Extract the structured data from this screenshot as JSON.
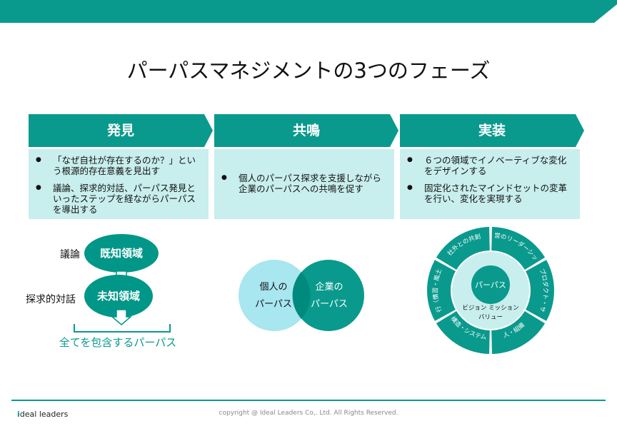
{
  "title": "パーパスマネジメントの3つのフェーズ",
  "phases": [
    {
      "label": "発見",
      "bullets": [
        "「なぜ自社が存在するのか？」という根源的存在意義を見出す",
        "議論、探求的対話、パーパス発見といったステップを経ながらパーパスを導出する"
      ]
    },
    {
      "label": "共鳴",
      "bullets": [
        "個人のパーパス探求を支援しながら企業のパーパスへの共鳴を促す"
      ]
    },
    {
      "label": "実装",
      "bullets": [
        "６つの領域でイノベーティブな変化をデザインする",
        "固定化されたマインドセットの変革を行い、変化を実現する"
      ]
    }
  ],
  "discovery": {
    "label_discussion": "議論",
    "label_dialogue": "探求的対話",
    "known": "既知領域",
    "unknown": "未知領域",
    "caption": "全てを包含するパーパス"
  },
  "venn": {
    "left_line1": "個人の",
    "left_line2": "パーパス",
    "right_line1": "企業の",
    "right_line2": "パーパス"
  },
  "wheel": {
    "center": "パーパス",
    "ring_line1": "ビジョン  ミッション",
    "ring_line2": "バリュー",
    "segments": [
      "経営のリーダーシップ",
      "事業・プロダクト・サービス",
      "人・組織",
      "構造・システム",
      "慣行（慣習・風土）",
      "社外との共創"
    ]
  },
  "footer": {
    "copyright": "copyright @ Ideal Leaders Co,. Ltd. All Rights Reserved.",
    "logo_mark": "i",
    "logo_text": "deal leaders"
  },
  "colors": {
    "teal": "#0a9a8d",
    "teal_dark": "#007b70",
    "light": "#c9eeee",
    "venn_left": "#a8e6f0"
  }
}
